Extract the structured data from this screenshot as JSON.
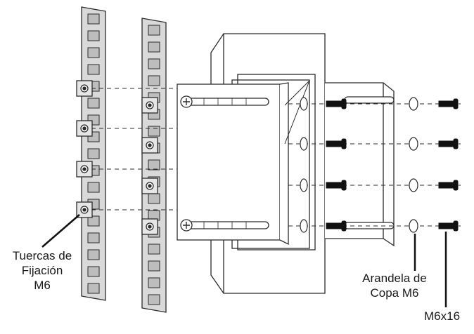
{
  "labels": {
    "nuts": [
      "Tuercas de",
      "Fijación",
      "M6"
    ],
    "washer": [
      "Arandela de",
      "Copa M6"
    ],
    "screw": "M6x16"
  },
  "colors": {
    "line": "#2b2b2b",
    "rail_fill": "#d9d9d9",
    "hole_fill": "#bdbdbd",
    "bracket_fill": "#ffffff",
    "nut_fill": "#e6e6e6",
    "bolt_fill": "#111111"
  }
}
